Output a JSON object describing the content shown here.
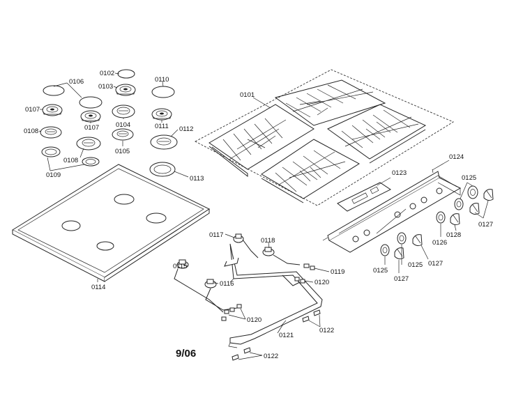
{
  "diagram": {
    "date_code": "9/06",
    "labels": {
      "p0101": "0101",
      "p0102": "0102",
      "p0103": "0103",
      "p0104": "0104",
      "p0105": "0105",
      "p0106": "0106",
      "p0107a": "0107",
      "p0107b": "0107",
      "p0108a": "0108",
      "p0108b": "0108",
      "p0109": "0109",
      "p0110": "0110",
      "p0111": "0111",
      "p0112": "0112",
      "p0113": "0113",
      "p0114": "0114",
      "p0115": "0115",
      "p0116": "0116",
      "p0117": "0117",
      "p0118": "0118",
      "p0119": "0119",
      "p0120a": "0120",
      "p0120b": "0120",
      "p0121": "0121",
      "p0122a": "0122",
      "p0122b": "0122",
      "p0123": "0123",
      "p0124": "0124",
      "p0125a": "0125",
      "p0125b": "0125",
      "p0125c": "0125",
      "p0126": "0126",
      "p0127a": "0127",
      "p0127b": "0127",
      "p0127c": "0127",
      "p0128": "0128"
    }
  }
}
